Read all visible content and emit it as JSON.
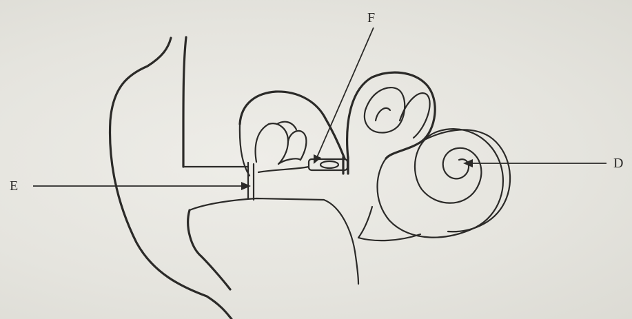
{
  "labels": {
    "e": "E",
    "f": "F",
    "d": "D"
  }
}
